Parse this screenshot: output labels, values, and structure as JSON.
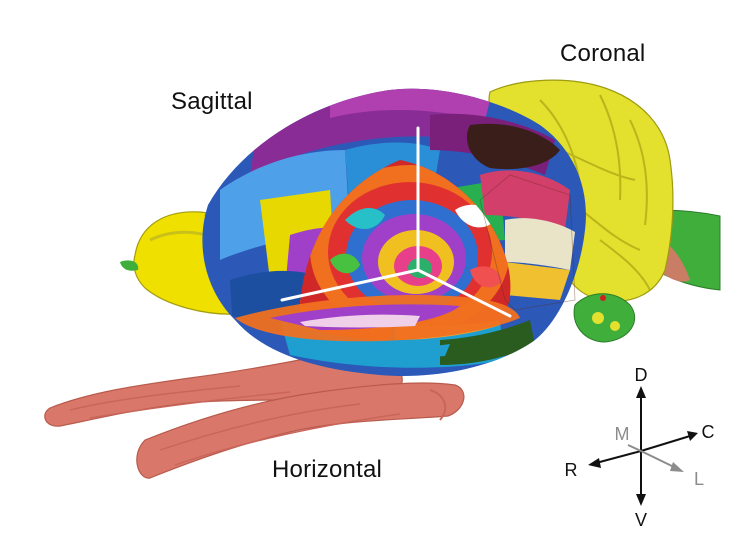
{
  "planes": {
    "sagittal": "Sagittal",
    "coronal": "Coronal",
    "horizontal": "Horizontal"
  },
  "orientation": {
    "dorsal": "D",
    "ventral": "V",
    "rostral": "R",
    "caudal": "C",
    "medial": "M",
    "lateral": "L"
  },
  "colors": {
    "nerve": "#d9786a",
    "cerebellum": "#e3e02e",
    "olfactory": "#e8dc32",
    "spinal_tissue": "#3fae3a",
    "section_line": "#ffffff",
    "axis_primary": "#111111",
    "axis_secondary": "#8c8c8c"
  }
}
